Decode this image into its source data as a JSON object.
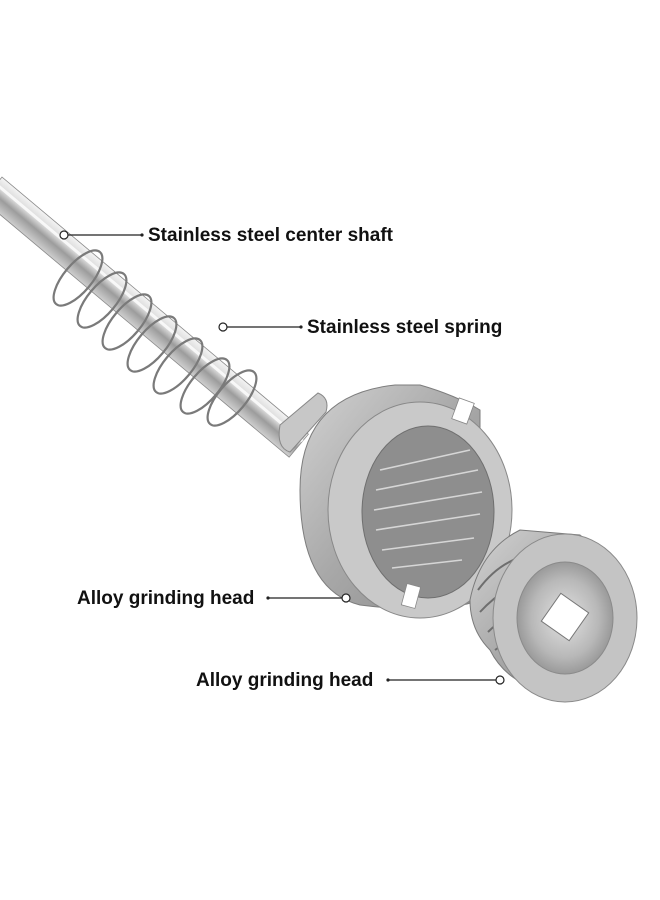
{
  "callouts": {
    "shaft": "Stainless steel center shaft",
    "spring": "Stainless steel spring",
    "outer_burr": "Alloy grinding head",
    "inner_burr": "Alloy grinding head"
  }
}
